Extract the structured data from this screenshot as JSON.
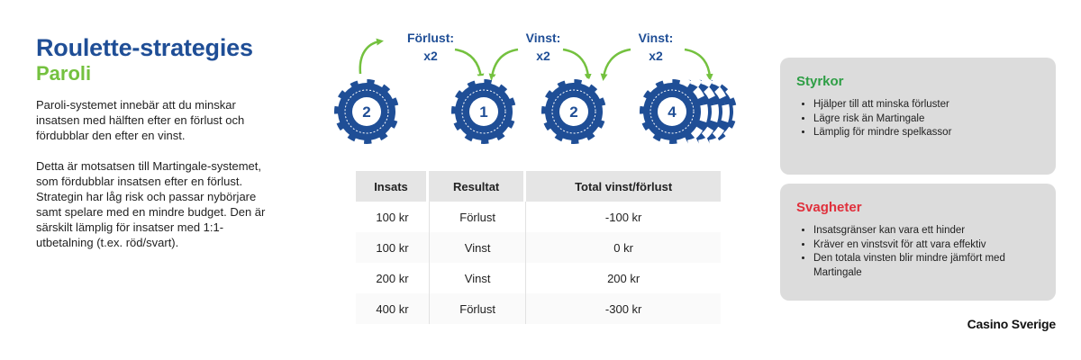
{
  "header": {
    "title": "Roulette-strategies",
    "subtitle": "Paroli"
  },
  "description": {
    "paragraphs": [
      "Paroli-systemet innebär att du minskar insatsen med hälften efter en förlust och fördubblar den efter en vinst.",
      "Detta är motsatsen till Martingale-systemet, som fördubblar insatsen efter en förlust. Strategin har låg risk och passar nybörjare samt spelare med en mindre budget. Den är särskilt lämplig för insatser med 1:1-utbetalning (t.ex. röd/svart)."
    ]
  },
  "steps": {
    "labels": [
      {
        "text": "Förlust:",
        "mult": "x2"
      },
      {
        "text": "Vinst:",
        "mult": "x2"
      },
      {
        "text": "Vinst:",
        "mult": "x2"
      }
    ],
    "chips": [
      "2",
      "1",
      "2",
      "4"
    ]
  },
  "table": {
    "headers": [
      "Insats",
      "Resultat",
      "Total vinst/förlust"
    ],
    "rows": [
      [
        "100 kr",
        "Förlust",
        "-100 kr"
      ],
      [
        "100 kr",
        "Vinst",
        "0 kr"
      ],
      [
        "200 kr",
        "Vinst",
        "200 kr"
      ],
      [
        "400 kr",
        "Förlust",
        "-300 kr"
      ]
    ]
  },
  "strengths": {
    "title": "Styrkor",
    "items": [
      "Hjälper till att minska förluster",
      "Lägre risk än Martingale",
      "Lämplig för mindre spelkassor"
    ]
  },
  "weaknesses": {
    "title": "Svagheter",
    "items": [
      "Insatsgränser kan vara ett hinder",
      "Kräver en vinstsvit för att vara effektiv",
      "Den totala vinsten blir mindre jämfört med Martingale"
    ]
  },
  "logo": {
    "text": "Casino Sverige"
  },
  "colors": {
    "primary": "#1f4e96",
    "accent": "#74c13f",
    "strength": "#2e9e45",
    "weakness": "#e0303c",
    "panel": "#dcdcdc"
  }
}
